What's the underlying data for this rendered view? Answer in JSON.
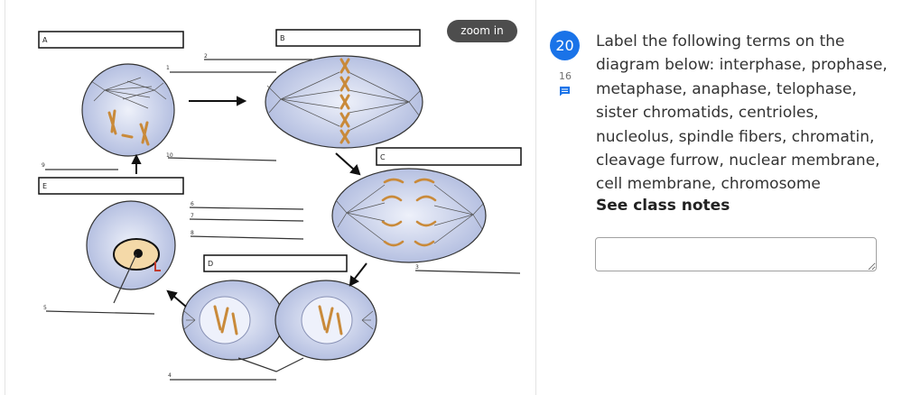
{
  "diagram": {
    "zoom_label": "zoom in",
    "box_labels": {
      "a": "A",
      "b": "B",
      "c": "C",
      "d": "D",
      "e": "E"
    },
    "line_numbers": {
      "n1": "1",
      "n2": "2",
      "n3": "3",
      "n4": "4",
      "n5": "5",
      "n6": "6",
      "n7": "7",
      "n8": "8",
      "n9": "9",
      "n10": "10"
    }
  },
  "question": {
    "number": "20",
    "comment_count": "16",
    "text": "Label the following terms on the diagram below: interphase, prophase, metaphase, anaphase, telophase, sister chromatids, centrioles, nucleolus, spindle fibers, chromatin, cleavage furrow, nuclear membrane, cell membrane, chromosome",
    "note": "See class notes",
    "answer_value": ""
  },
  "colors": {
    "accent": "#1a73e8",
    "zoom_bg": "#4d4d4d",
    "cell_fill": "#cfd7ee",
    "chromosome": "#c98a3a"
  }
}
